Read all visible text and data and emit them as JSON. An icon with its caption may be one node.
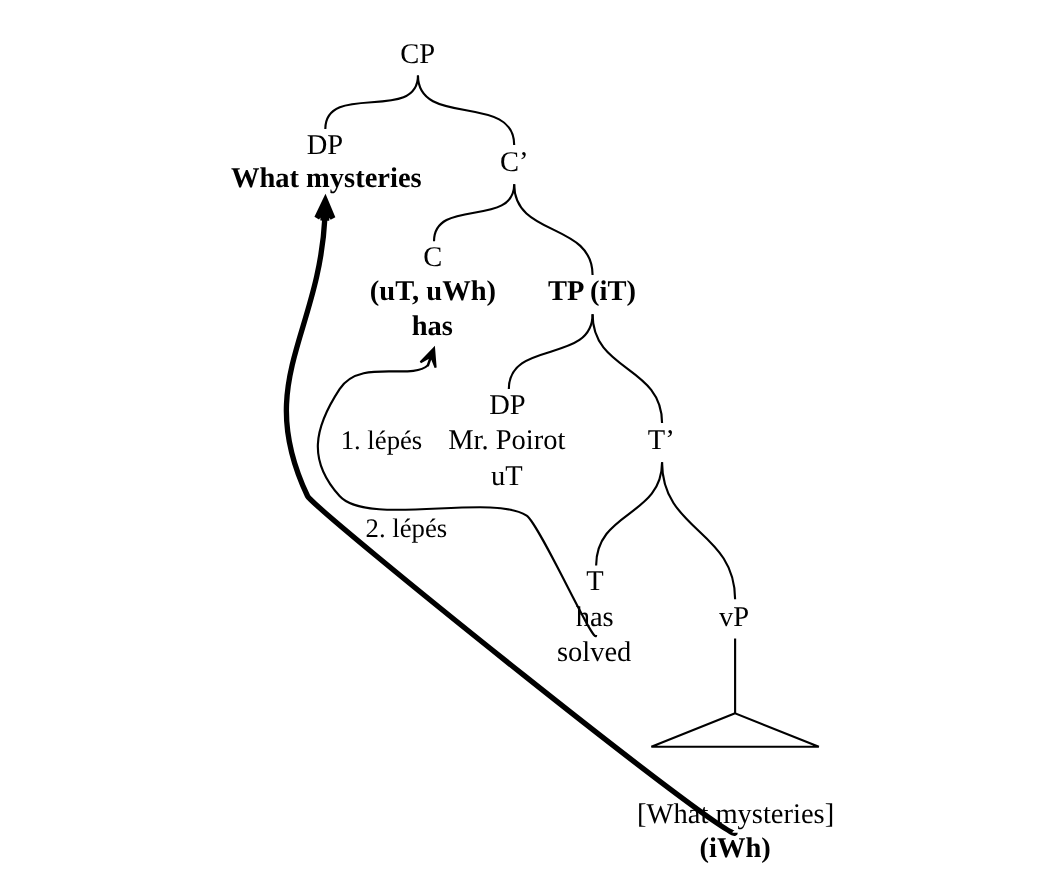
{
  "diagram": {
    "nodes": [
      {
        "text": [
          "CP"
        ]
      },
      {
        "text": [
          "DP",
          "What mysteries"
        ]
      },
      {
        "text": [
          "C’"
        ]
      },
      {
        "text": [
          "C",
          "(uT, uWh)",
          "has"
        ]
      },
      {
        "text": [
          "TP (iT)"
        ]
      },
      {
        "text": [
          "DP",
          "Mr. Poirot",
          "uT"
        ]
      },
      {
        "text": [
          "T’"
        ]
      },
      {
        "text": [
          "T",
          "has",
          "solved"
        ]
      },
      {
        "text": [
          "vP"
        ]
      },
      {
        "text": [],
        "shape": "triangle"
      },
      {
        "text": [
          "[What mysteries]",
          "(iWh)"
        ]
      }
    ],
    "edges": [
      {
        "from": 0,
        "to": 1,
        "arrow": "none"
      },
      {
        "from": 0,
        "to": 2,
        "arrow": "none"
      },
      {
        "from": 2,
        "to": 3,
        "arrow": "none"
      },
      {
        "from": 2,
        "to": 4,
        "arrow": "none"
      },
      {
        "from": 4,
        "to": 5,
        "arrow": "none"
      },
      {
        "from": 4,
        "to": 6,
        "arrow": "none"
      },
      {
        "from": 6,
        "to": 7,
        "arrow": "none"
      },
      {
        "from": 6,
        "to": 8,
        "arrow": "none"
      },
      {
        "from": 8,
        "to": 9,
        "arrow": "none"
      },
      {
        "from": 7,
        "to": 3,
        "arrow": "to",
        "label": "1. lépés"
      },
      {
        "from": 10,
        "to": 1,
        "arrow": "to",
        "label": "2. lépés",
        "style": "thick"
      }
    ]
  }
}
